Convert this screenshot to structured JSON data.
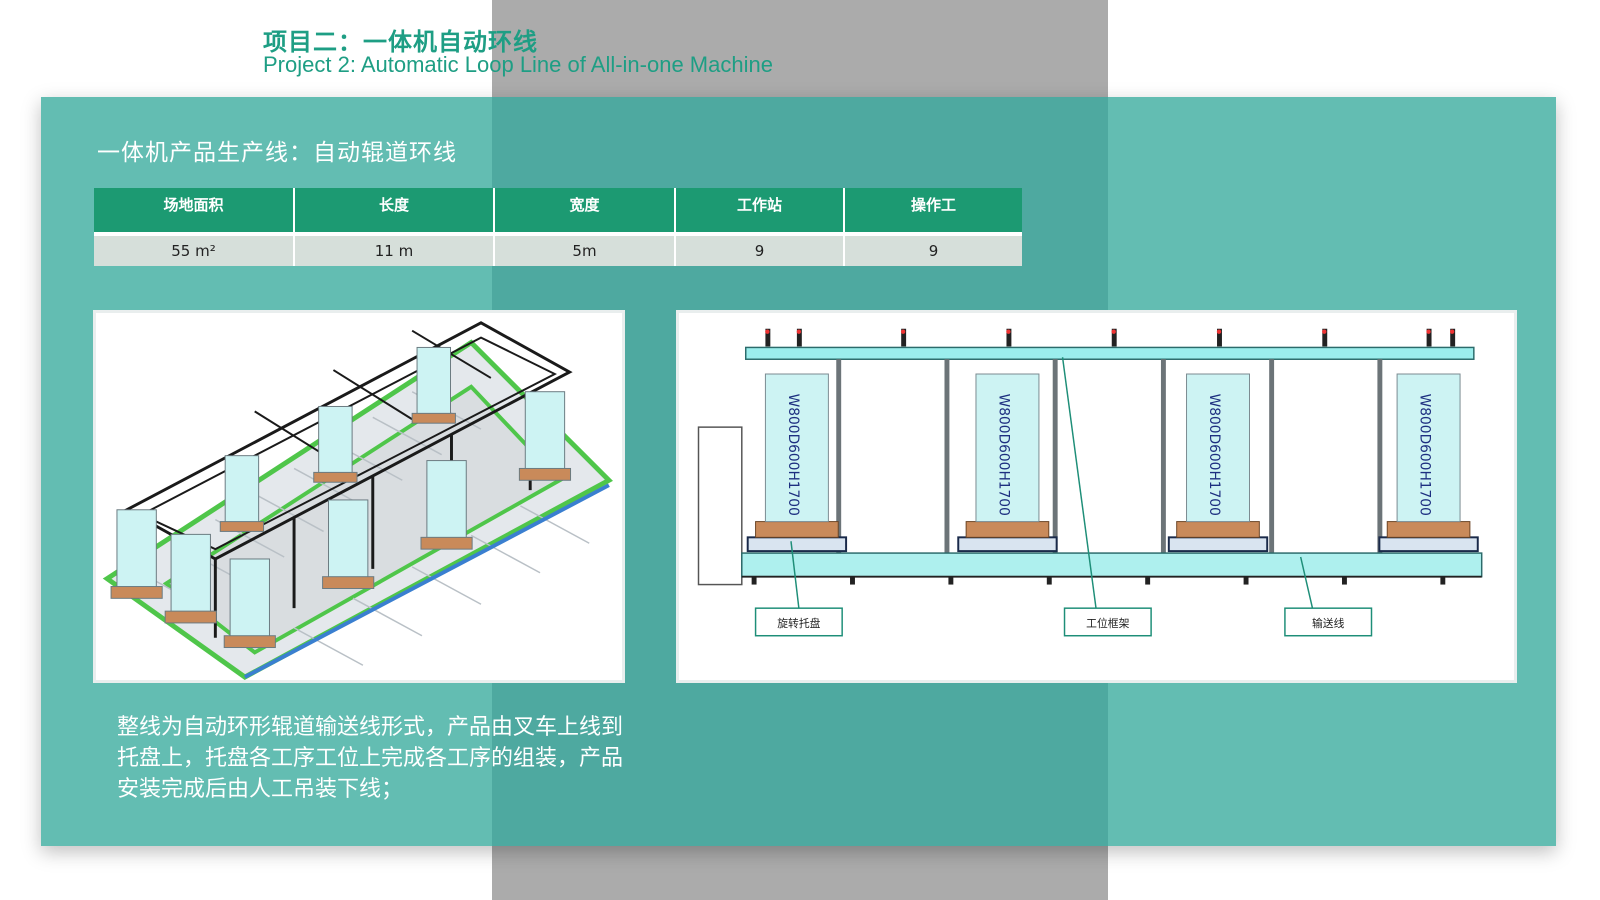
{
  "header": {
    "title_cn": "项目二：一体机自动环线",
    "title_en": "Project 2: Automatic Loop Line of All-in-one Machine"
  },
  "section": {
    "subtitle": "一体机产品生产线：自动辊道环线"
  },
  "spec_table": {
    "headers": [
      "场地面积",
      "长度",
      "宽度",
      "工作站",
      "操作工"
    ],
    "values": [
      "55 m²",
      "11 m",
      "5m",
      "9",
      "9"
    ]
  },
  "diagram": {
    "product_label": "W800D600H1700",
    "callouts": [
      "旋转托盘",
      "工位框架",
      "输送线"
    ]
  },
  "description": {
    "lines": [
      "整线为自动环形辊道输送线形式，产品由叉车上线到",
      "托盘上，托盘各工序工位上完成各工序的组装，产品",
      "安装完成后由人工吊装下线；"
    ]
  },
  "colors": {
    "panel": "#63bdb2",
    "panel_dark": "#4ea9a0",
    "table_header": "#1c9a72",
    "title": "#1e9e84",
    "cabinet": "#cdf3f3",
    "pallet": "#c98a5a",
    "rail": "#4fc64a"
  }
}
